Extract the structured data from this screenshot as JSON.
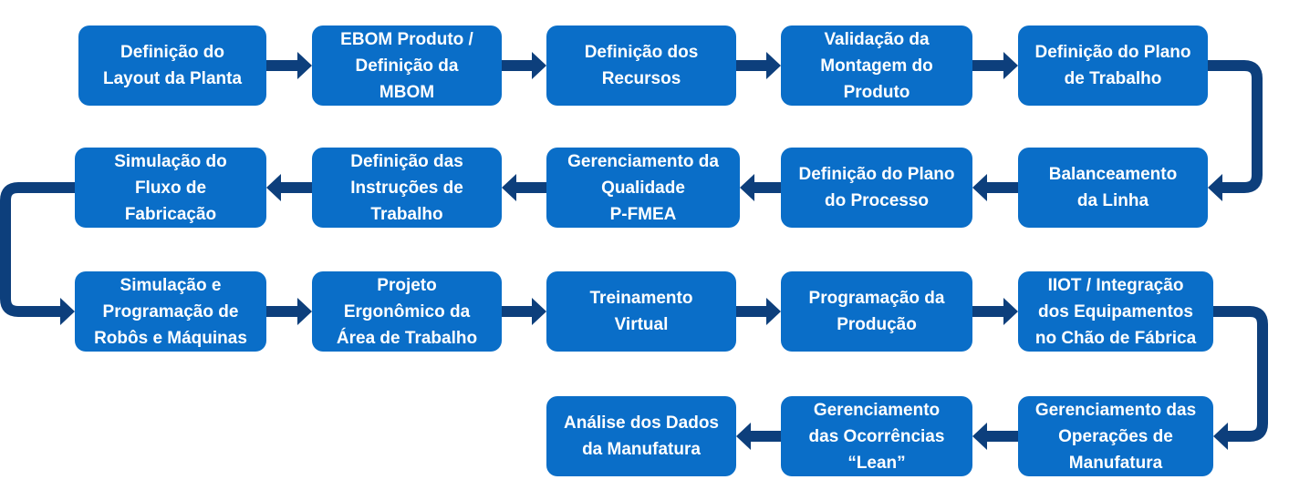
{
  "colors": {
    "box_fill": "#0a6ec8",
    "arrow": "#0d3f7c",
    "text": "#ffffff",
    "background": "#ffffff"
  },
  "steps": [
    {
      "id": "s1",
      "label": "Definição do\nLayout da Planta"
    },
    {
      "id": "s2",
      "label": "EBOM Produto /\nDefinição da\nMBOM"
    },
    {
      "id": "s3",
      "label": "Definição dos\nRecursos"
    },
    {
      "id": "s4",
      "label": "Validação da\nMontagem  do\nProduto"
    },
    {
      "id": "s5",
      "label": "Definição do Plano\nde Trabalho"
    },
    {
      "id": "s6",
      "label": "Balanceamento\nda Linha"
    },
    {
      "id": "s7",
      "label": "Definição do Plano\ndo Processo"
    },
    {
      "id": "s8",
      "label": "Gerenciamento da\nQualidade\nP-FMEA"
    },
    {
      "id": "s9",
      "label": "Definição das\nInstruções de\nTrabalho"
    },
    {
      "id": "s10",
      "label": "Simulação do\nFluxo de\nFabricação"
    },
    {
      "id": "s11",
      "label": "Simulação e\nProgramação de\nRobôs e Máquinas"
    },
    {
      "id": "s12",
      "label": "Projeto\nErgonômico da\nÁrea de Trabalho"
    },
    {
      "id": "s13",
      "label": "Treinamento\nVirtual"
    },
    {
      "id": "s14",
      "label": "Programação da\nProdução"
    },
    {
      "id": "s15",
      "label": "IIOT / Integração\ndos Equipamentos\nno Chão de Fábrica"
    },
    {
      "id": "s16",
      "label": "Gerenciamento das\nOperações de\nManufatura"
    },
    {
      "id": "s17",
      "label": "Gerenciamento\ndas Ocorrências\n“Lean”"
    },
    {
      "id": "s18",
      "label": "Análise dos Dados\nda Manufatura"
    }
  ],
  "links": [
    {
      "from": "s1",
      "to": "s2"
    },
    {
      "from": "s2",
      "to": "s3"
    },
    {
      "from": "s3",
      "to": "s4"
    },
    {
      "from": "s4",
      "to": "s5"
    },
    {
      "from": "s5",
      "to": "s6"
    },
    {
      "from": "s6",
      "to": "s7"
    },
    {
      "from": "s7",
      "to": "s8"
    },
    {
      "from": "s8",
      "to": "s9"
    },
    {
      "from": "s9",
      "to": "s10"
    },
    {
      "from": "s10",
      "to": "s11"
    },
    {
      "from": "s11",
      "to": "s12"
    },
    {
      "from": "s12",
      "to": "s13"
    },
    {
      "from": "s13",
      "to": "s14"
    },
    {
      "from": "s14",
      "to": "s15"
    },
    {
      "from": "s15",
      "to": "s16"
    },
    {
      "from": "s16",
      "to": "s17"
    },
    {
      "from": "s17",
      "to": "s18"
    }
  ]
}
